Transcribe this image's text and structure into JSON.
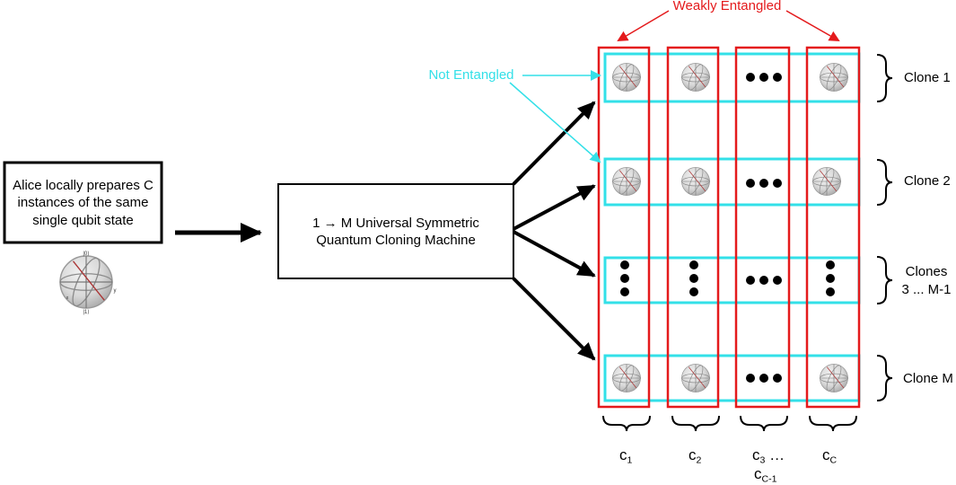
{
  "alice_box": {
    "text": "Alice locally prepares C instances of the same single qubit state"
  },
  "cloning_box": {
    "line1": "1 → M Universal Symmetric",
    "line2": "Quantum Cloning Machine"
  },
  "annotations": {
    "weakly_entangled": "Weakly Entangled",
    "not_entangled": "Not Entangled"
  },
  "row_labels": {
    "clone_1": "Clone 1",
    "clone_2": "Clone 2",
    "clones_mid_line1": "Clones",
    "clones_mid_line2": "3 ... M-1",
    "clone_m": "Clone M"
  },
  "column_labels": {
    "c1": {
      "base": "c",
      "sub": "1"
    },
    "c2": {
      "base": "c",
      "sub": "2"
    },
    "c3": {
      "base": "c",
      "sub": "3",
      "suffix": " …"
    },
    "cc_1": {
      "base": "c",
      "sub": "C-1"
    },
    "cc": {
      "base": "c",
      "sub": "C"
    }
  },
  "bloch_labels": {
    "top": "|0⟩",
    "bottom": "|1⟩",
    "side": "y",
    "x": "x"
  },
  "colors": {
    "red": "#e41a1c",
    "cyan": "#33e0e8",
    "black": "#000000"
  }
}
